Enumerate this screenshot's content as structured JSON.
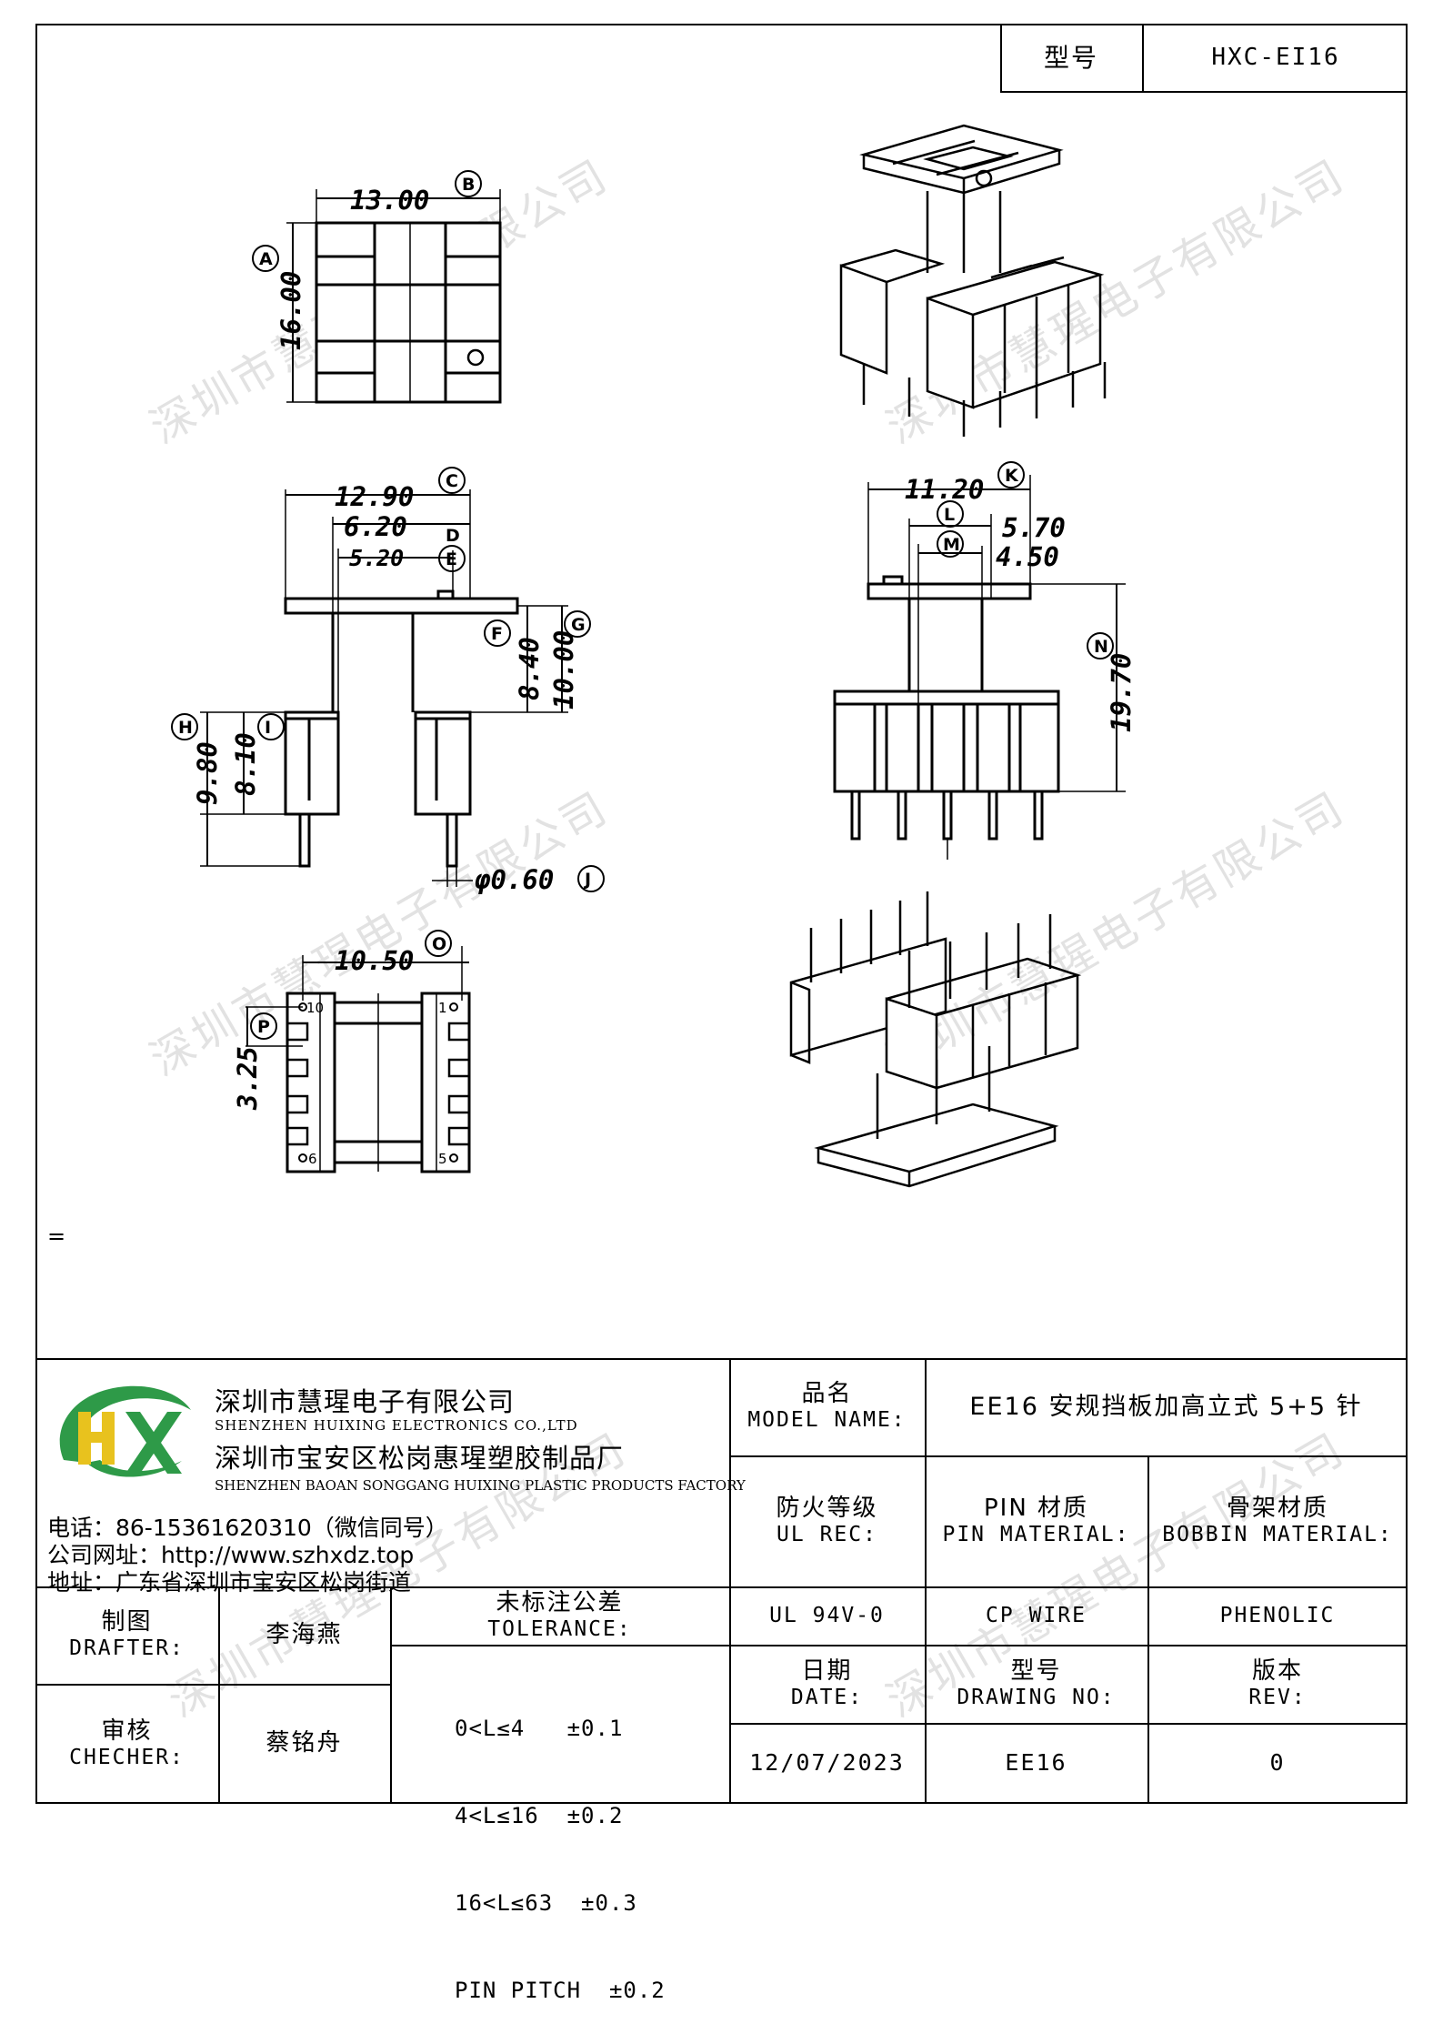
{
  "title_block": {
    "model_label": "型号",
    "model_value": "HXC-EI16",
    "company_cn": "深圳市慧瑆电子有限公司",
    "company_en": "SHENZHEN HUIXING ELECTRONICS CO.,LTD",
    "factory_cn": "深圳市宝安区松岗惠瑆塑胶制品厂",
    "factory_en": "SHENZHEN BAOAN SONGGANG HUIXING PLASTIC PRODUCTS FACTORY",
    "phone": "电话：86-15361620310（微信同号）",
    "website": "公司网址：http://www.szhxdz.top",
    "address": "地址：广东省深圳市宝安区松岗街道",
    "logo_letters": "HX",
    "product_name_cn": "品名",
    "product_name_en": "MODEL NAME:",
    "product_name_value": "EE16 安规挡板加高立式 5+5 针",
    "fire_cn": "防火等级",
    "fire_en": "UL REC:",
    "pin_material_cn": "PIN 材质",
    "pin_material_en": "PIN MATERIAL:",
    "bobbin_material_cn": "骨架材质",
    "bobbin_material_en": "BOBBIN MATERIAL:",
    "ul_value": "UL 94V-0",
    "pin_value": "CP WIRE",
    "bobbin_value": "PHENOLIC",
    "drafter_cn": "制图",
    "drafter_en": "DRAFTER:",
    "drafter_name": "李海燕",
    "checker_cn": "审核",
    "checker_en": "CHECHER:",
    "checker_name": "蔡铭舟",
    "tolerance_cn": "未标注公差",
    "tolerance_en": "TOLERANCE:",
    "tolerance_lines": [
      "0<L≤4   ±0.1",
      "4<L≤16  ±0.2",
      "16<L≤63  ±0.3",
      "PIN PITCH  ±0.2"
    ],
    "date_cn": "日期",
    "date_en": "DATE:",
    "drawing_no_cn": "型号",
    "drawing_no_en": "DRAWING NO:",
    "rev_cn": "版本",
    "rev_en": "REV:",
    "date_value": "12/07/2023",
    "drawing_no_value": "EE16",
    "rev_value": "0"
  },
  "stray_mark": "=",
  "watermark": "深圳市慧瑆电子有限公司",
  "dimensions": {
    "A": {
      "label": "A",
      "value": "16.00"
    },
    "B": {
      "label": "B",
      "value": "13.00"
    },
    "C": {
      "label": "C",
      "value": "12.90"
    },
    "D": {
      "label": "D",
      "value": "6.20"
    },
    "E": {
      "label": "E",
      "value": "5.20"
    },
    "F": {
      "label": "F",
      "value": "8.40"
    },
    "G": {
      "label": "G",
      "value": "10.00"
    },
    "H": {
      "label": "H",
      "value": "9.80"
    },
    "I": {
      "label": "I",
      "value": "8.10"
    },
    "J": {
      "label": "J",
      "value": "φ0.60"
    },
    "K": {
      "label": "K",
      "value": "11.20"
    },
    "L": {
      "label": "L",
      "value": "5.70"
    },
    "M": {
      "label": "M",
      "value": "4.50"
    },
    "N": {
      "label": "N",
      "value": "19.70"
    },
    "O": {
      "label": "O",
      "value": "10.50"
    },
    "P": {
      "label": "P",
      "value": "3.25"
    }
  },
  "pin_numbers": {
    "p1": "1",
    "p5": "5",
    "p6": "6",
    "p10": "10"
  }
}
